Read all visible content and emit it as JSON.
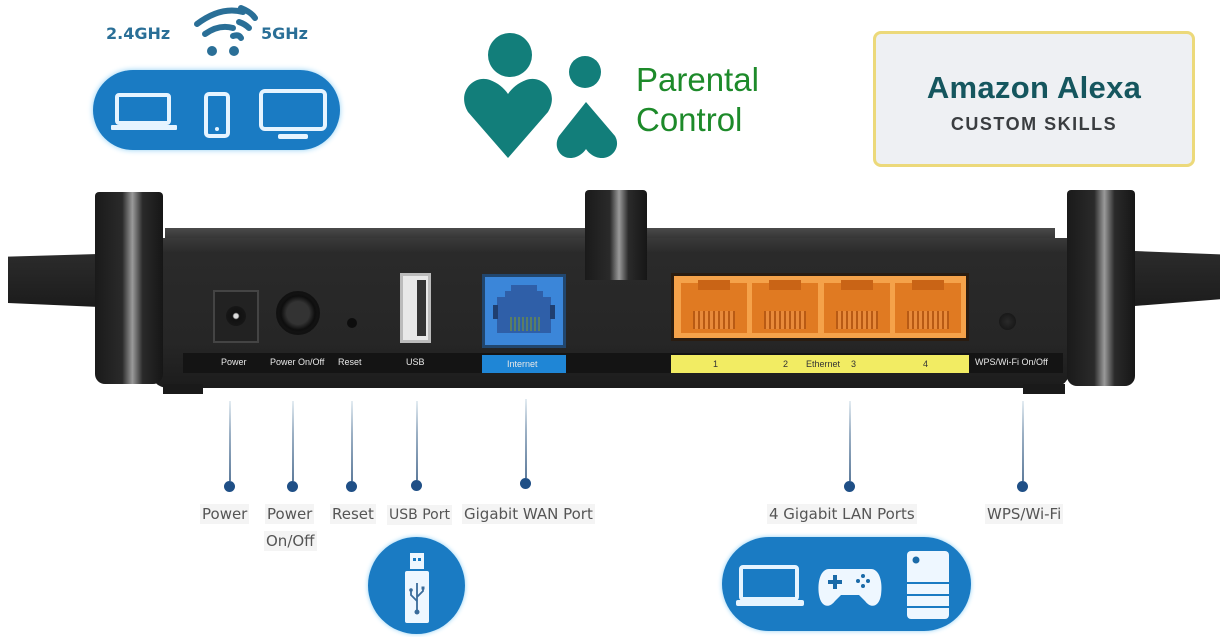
{
  "wifi_badge": {
    "band_left": "2.4GHz",
    "band_right": "5GHz",
    "icon": "wifi-dual-band-icon",
    "devices": [
      "laptop-icon",
      "phone-icon",
      "monitor-icon"
    ]
  },
  "parental_control": {
    "line1": "Parental",
    "line2": "Control",
    "icon": "family-hearts-icon"
  },
  "alexa": {
    "title": "Amazon Alexa",
    "subtitle": "CUSTOM SKILLS"
  },
  "router": {
    "port_labels": {
      "power": "Power",
      "power_onoff": "Power On/Off",
      "reset": "Reset",
      "usb": "USB",
      "internet": "Internet",
      "lan_numbers": [
        "1",
        "2",
        "3",
        "4"
      ],
      "ethernet": "Ethernet",
      "wps": "WPS/Wi-Fi On/Off"
    },
    "colors": {
      "wan_port": "#3b86d9",
      "lan_ports": "#f5a24a",
      "lan_strip": "#f2ec63",
      "wan_strip": "#1f86d6",
      "body": "#262626"
    }
  },
  "callouts": [
    {
      "id": "power",
      "line1": "Power",
      "line2": ""
    },
    {
      "id": "power-onoff",
      "line1": "Power",
      "line2": "On/Off"
    },
    {
      "id": "reset",
      "line1": "Reset",
      "line2": ""
    },
    {
      "id": "usb",
      "line1": "USB Port",
      "line2": ""
    },
    {
      "id": "wan",
      "line1": "Gigabit WAN Port",
      "line2": ""
    },
    {
      "id": "lan",
      "line1": "4 Gigabit LAN Ports",
      "line2": ""
    },
    {
      "id": "wps",
      "line1": "WPS/Wi-Fi",
      "line2": ""
    }
  ],
  "bottom_badges": {
    "usb": "usb-flash-drive-icon",
    "lan_devices": [
      "laptop-icon",
      "gamepad-icon",
      "server-icon"
    ]
  },
  "accent_colors": {
    "badge_blue": "#1a7bc3",
    "wifi_text": "#2a6f97",
    "parental_teal": "#127e7a",
    "parental_green": "#1d8a2a",
    "alexa_teal": "#15565e",
    "alexa_border": "#ecd97a",
    "callout_dot": "#1f4f86"
  }
}
